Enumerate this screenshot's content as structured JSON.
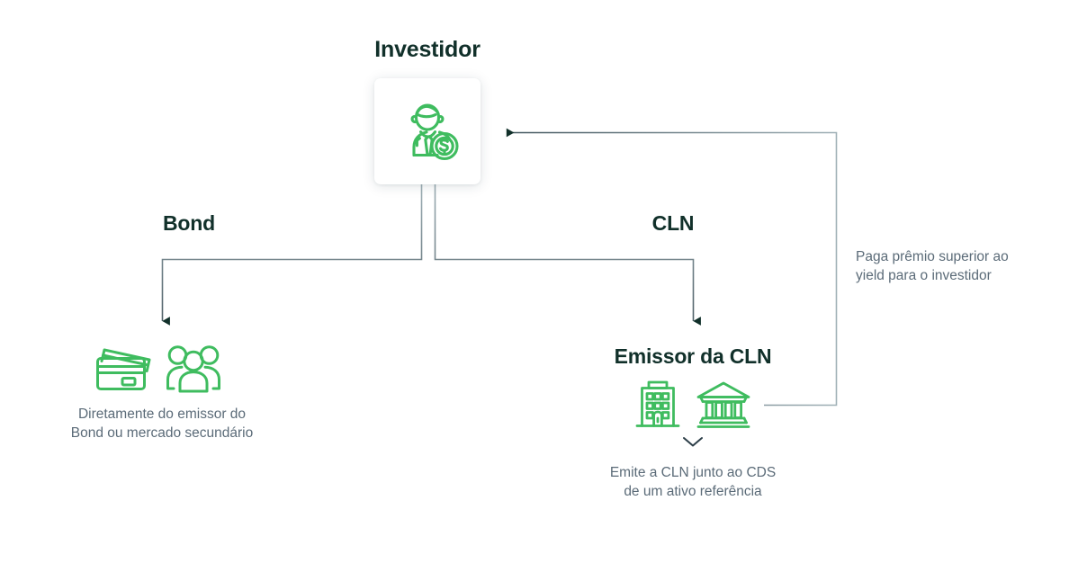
{
  "diagram": {
    "title_text": "Investidor",
    "colors": {
      "accent_green": "#3fbc5f",
      "heading_dark": "#11302a",
      "body_gray": "#5b6b78",
      "connector_line": "#7d9098",
      "background": "#ffffff"
    }
  },
  "nodes": {
    "investor": {
      "title": "Investidor",
      "icon": "investor-money-icon"
    },
    "bond": {
      "title": "Bond",
      "icons": [
        "credit-cards-icon",
        "people-group-icon"
      ],
      "caption_line1": "Diretamente do emissor do",
      "caption_line2": "Bond ou mercado secundário"
    },
    "cln": {
      "title": "CLN"
    },
    "emissor": {
      "title": "Emissor da CLN",
      "icons": [
        "office-building-icon",
        "bank-icon"
      ],
      "chevron": "chevron-down-icon",
      "caption_line1": "Emite a CLN junto ao CDS",
      "caption_line2": "de um ativo referência"
    }
  },
  "edges": {
    "premium_return": {
      "caption_line1": "Paga prêmio superior ao",
      "caption_line2": "yield para o investidor"
    }
  }
}
